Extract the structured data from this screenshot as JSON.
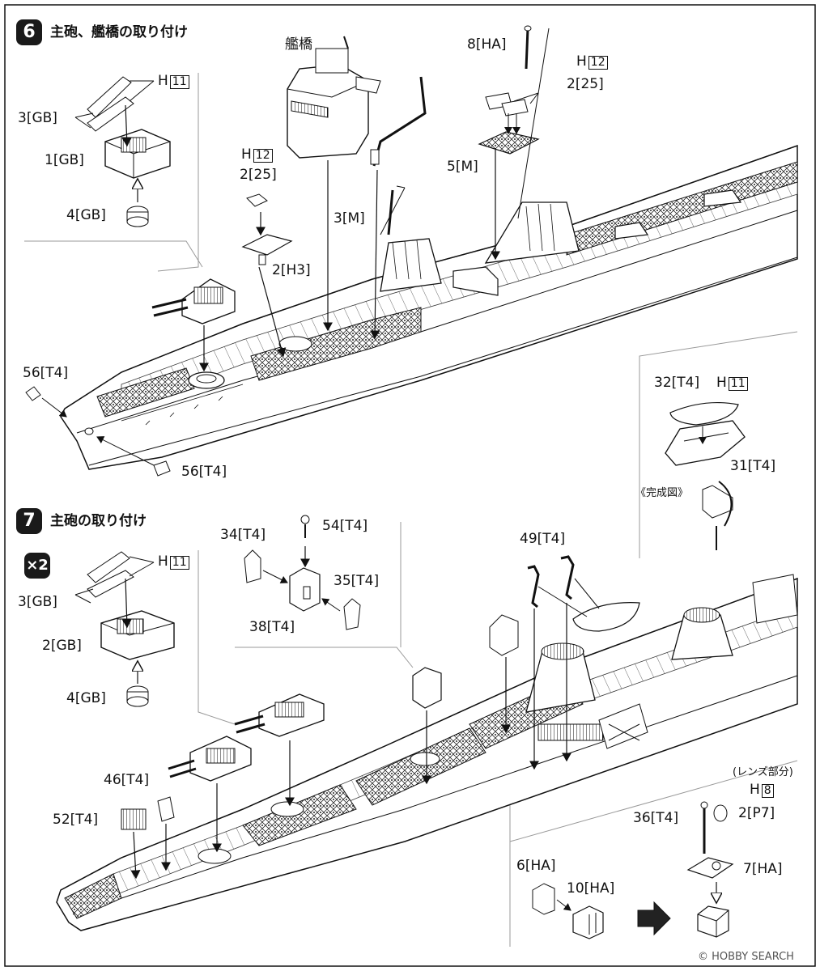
{
  "steps": [
    {
      "number": "6",
      "title": "主砲、艦橋の取り付け"
    },
    {
      "number": "7",
      "title": "主砲の取り付け"
    }
  ],
  "step7_multiplier": "×2",
  "labels": {
    "s6_3gb": "3[GB]",
    "s6_1gb": "1[GB]",
    "s6_4gb": "4[GB]",
    "s6_h11_h": "H",
    "s6_h11_n": "11",
    "s6_bridge": "艦橋",
    "s6_h12a_h": "H",
    "s6_h12a_n": "12",
    "s6_225a": "2[25]",
    "s6_2h3": "2[H3]",
    "s6_3m": "3[M]",
    "s6_8ha": "8[HA]",
    "s6_h12b_h": "H",
    "s6_h12b_n": "12",
    "s6_225b": "2[25]",
    "s6_5m": "5[M]",
    "s6_56t4_a": "56[T4]",
    "s6_56t4_b": "56[T4]",
    "s6_32t4": "32[T4]",
    "s6_h11b_h": "H",
    "s6_h11b_n": "11",
    "s6_31t4": "31[T4]",
    "s6_complete": "《完成図》",
    "s7_h11_h": "H",
    "s7_h11_n": "11",
    "s7_3gb": "3[GB]",
    "s7_2gb": "2[GB]",
    "s7_4gb": "4[GB]",
    "s7_34t4": "34[T4]",
    "s7_54t4": "54[T4]",
    "s7_35t4": "35[T4]",
    "s7_38t4": "38[T4]",
    "s7_49t4": "49[T4]",
    "s7_46t4": "46[T4]",
    "s7_52t4": "52[T4]",
    "s7_lens": "(レンズ部分)",
    "s7_h8_h": "H",
    "s7_h8_n": "8",
    "s7_36t4": "36[T4]",
    "s7_2p7": "2[P7]",
    "s7_6ha": "6[HA]",
    "s7_10ha": "10[HA]",
    "s7_7ha": "7[HA]"
  },
  "watermark": "© HOBBY SEARCH"
}
